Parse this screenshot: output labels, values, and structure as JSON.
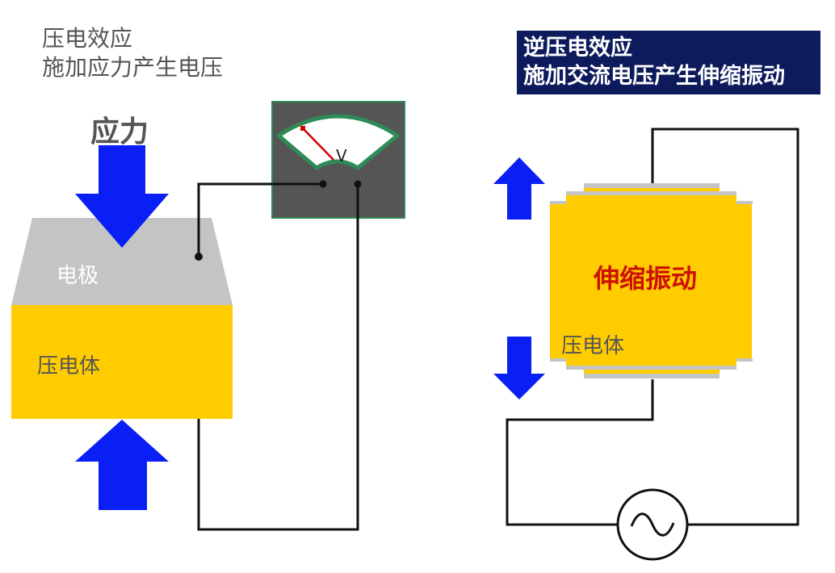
{
  "left_panel": {
    "title_line1": "压电效应",
    "title_line2": "施加应力产生电压",
    "stress_label": "应力",
    "electrode_label": "电极",
    "piezo_label": "压电体",
    "meter_label": "V"
  },
  "right_panel": {
    "title_line1": "逆压电效应",
    "title_line2": "施加交流电压产生伸缩振动",
    "vibration_label": "伸缩振动",
    "piezo_label": "压电体"
  },
  "colors": {
    "arrow": "#0a1ff5",
    "electrode": "#c4c4c4",
    "piezo": "#ffcc00",
    "meter_box": "#555555",
    "meter_border": "#2e8b57",
    "needle": "#d40000",
    "title_bg": "#0d1b5c",
    "vibration_text": "#cc1100"
  }
}
